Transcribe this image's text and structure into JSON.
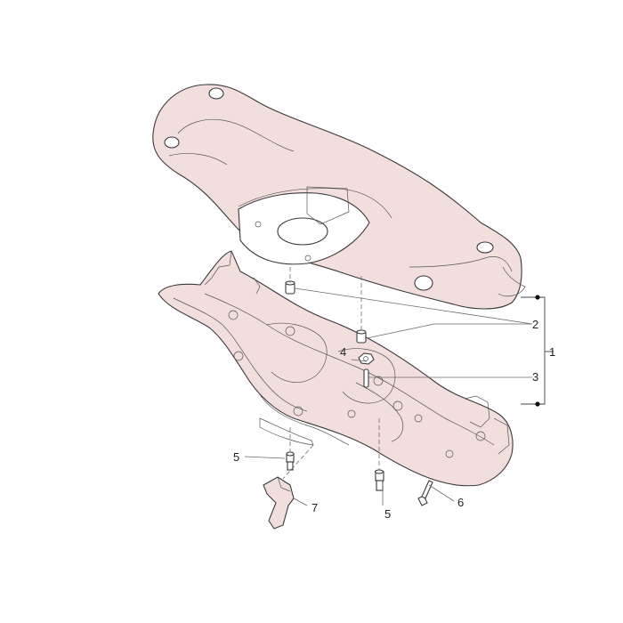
{
  "callouts": [
    {
      "id": "c1",
      "label": "1"
    },
    {
      "id": "c2",
      "label": "2"
    },
    {
      "id": "c3",
      "label": "3"
    },
    {
      "id": "c4",
      "label": "4"
    },
    {
      "id": "c5a",
      "label": "5"
    },
    {
      "id": "c5b",
      "label": "5"
    },
    {
      "id": "c6",
      "label": "6"
    },
    {
      "id": "c7",
      "label": "7"
    }
  ],
  "colors": {
    "part_fill": "#f3dede",
    "line": "#3a3a3a"
  }
}
